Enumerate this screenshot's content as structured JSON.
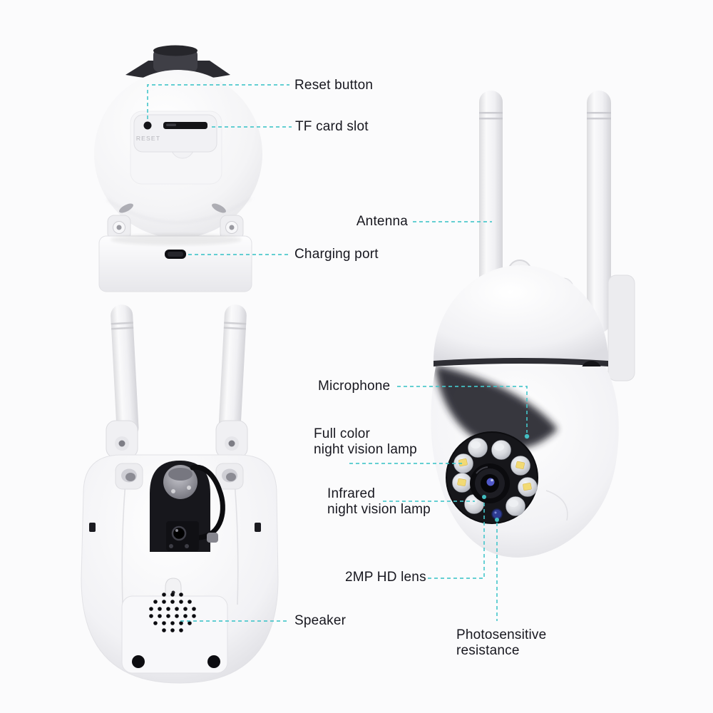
{
  "style": {
    "leader_color": "#45c6ca",
    "label_color": "#17171f",
    "background": "#fbfbfc",
    "led_chip_color": "#f2da74",
    "sensor_blue": "#2e3c92"
  },
  "callouts": {
    "reset_button": "Reset button",
    "tf_card_slot": "TF card slot",
    "antenna": "Antenna",
    "charging_port": "Charging port",
    "microphone": "Microphone",
    "full_color_night_vision_lamp": "Full color\nnight vision lamp",
    "infrared_night_vision_lamp": "Infrared\nnight vision lamp",
    "hd_lens": "2MP HD lens",
    "speaker": "Speaker",
    "photosensitive_resistance": "Photosensitive\nresistance"
  },
  "device_markings": {
    "reset": "RESET"
  }
}
